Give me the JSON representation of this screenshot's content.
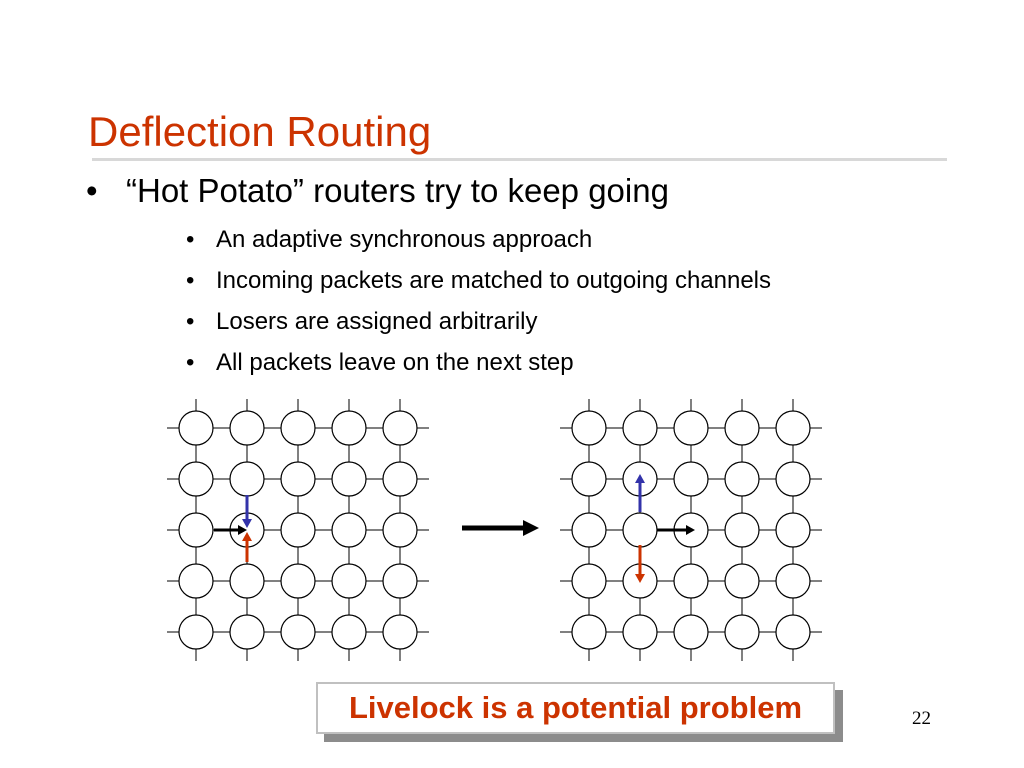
{
  "slide": {
    "title": "Deflection Routing",
    "main_bullet": "“Hot Potato” routers try to keep going",
    "bullet_glyph": "•",
    "sub_bullets": [
      "An adaptive synchronous approach",
      "Incoming packets are matched to outgoing channels",
      "Losers are assigned arbitrarily",
      "All packets leave on the next step"
    ],
    "callout": "Livelock is a potential problem",
    "page_number": "22"
  },
  "colors": {
    "title": "#cc3300",
    "blue_arrow": "#3333aa",
    "red_arrow": "#cc3300",
    "black_arrow": "#000000"
  },
  "diagram": {
    "grid_size": "5x5",
    "before": {
      "blue_packet": "down-into-node",
      "black_packet": "right-into-node",
      "red_packet": "up-into-node"
    },
    "after": {
      "blue_packet": "deflected-up",
      "black_packet": "continues-right",
      "red_packet": "deflected-down"
    }
  }
}
